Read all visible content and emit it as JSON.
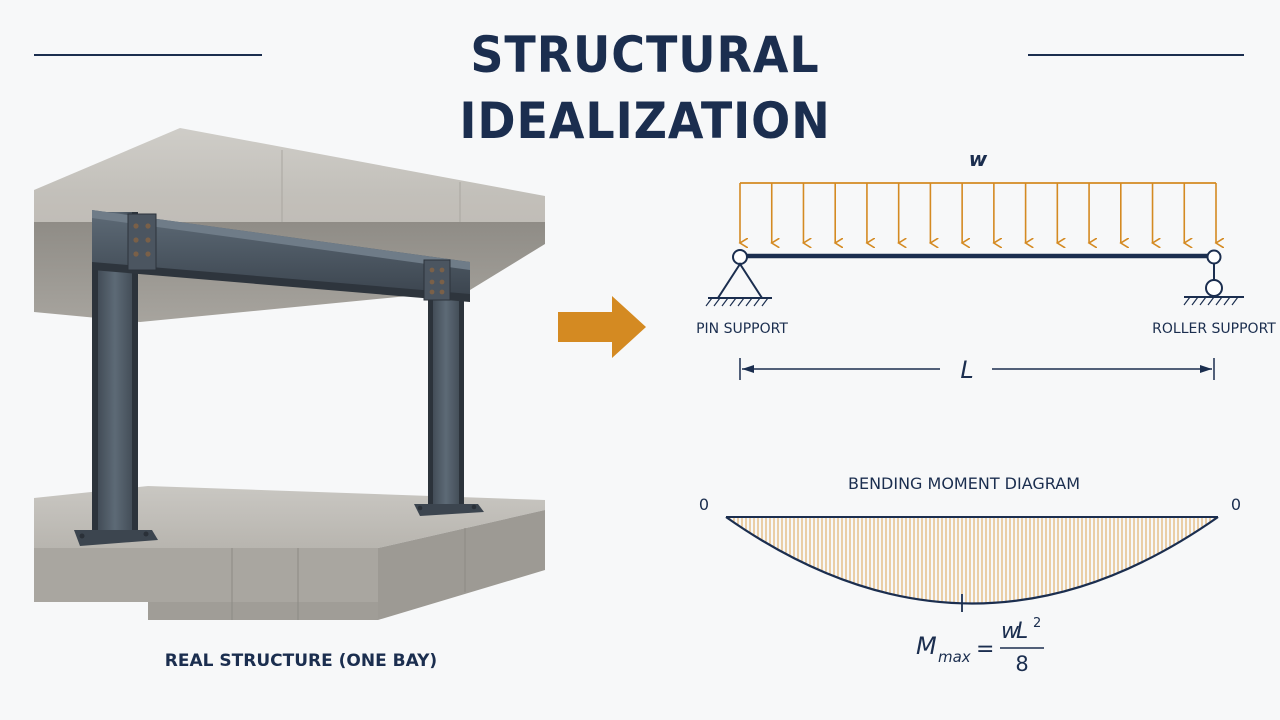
{
  "title": "STRUCTURAL IDEALIZATION",
  "left_panel": {
    "caption": "REAL STRUCTURE (ONE BAY)"
  },
  "beam_model": {
    "load_label": "w",
    "left_support": "PIN SUPPORT",
    "right_support": "ROLLER SUPPORT",
    "span_label": "L",
    "load_arrow_count": 16
  },
  "moment_diagram": {
    "title": "BENDING MOMENT DIAGRAM",
    "left_value": "0",
    "right_value": "0",
    "formula": {
      "lhs": "M",
      "lhs_sub": "max",
      "equals": "=",
      "numerator_w": "w",
      "numerator_L": "L",
      "numerator_exp": "2",
      "denominator": "8"
    }
  },
  "colors": {
    "navy": "#1b2e4f",
    "accent": "#d48a22",
    "concrete": "#b9b7b2",
    "steel": "#4a5560"
  }
}
